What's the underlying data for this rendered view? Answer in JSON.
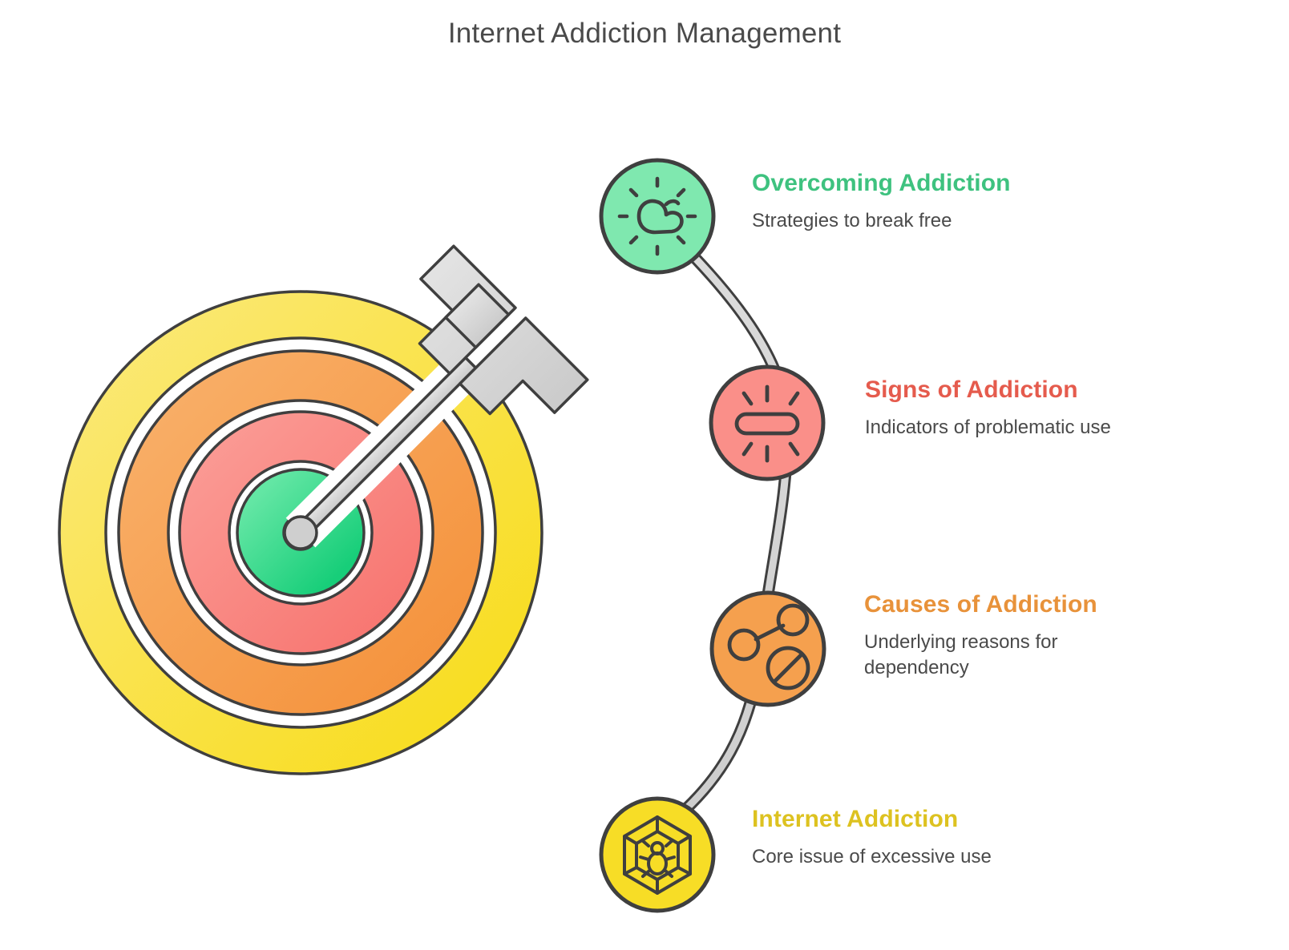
{
  "page": {
    "title": "Internet Addiction Management",
    "title_color": "#4a4a4a",
    "background": "#ffffff"
  },
  "target_graphic": {
    "name": "bullseye-target-with-arrow",
    "rings": [
      {
        "label": "outer-ring",
        "color": "#F9DF3C"
      },
      {
        "label": "second-ring",
        "color": "#F69F4D"
      },
      {
        "label": "third-ring",
        "color": "#F9827E"
      },
      {
        "label": "bullseye-center",
        "color": "#2FD787"
      }
    ],
    "gap_color": "#ffffff",
    "outline_color": "#3f3f3f",
    "arrow_color": "#d2d2d2",
    "arrow_outline": "#3f3f3f"
  },
  "connector": {
    "name": "curved-connector-ribbon",
    "fill": "#d4d4d4",
    "stroke": "#3f3f3f"
  },
  "items": [
    {
      "id": "overcoming-addiction",
      "heading": "Overcoming Addiction",
      "subtitle": "Strategies to break free",
      "heading_color": "#3EC27F",
      "circle_color": "#7FE8AF",
      "icon": "dove-freedom-icon"
    },
    {
      "id": "signs-of-addiction",
      "heading": "Signs of Addiction",
      "subtitle": "Indicators of problematic use",
      "heading_color": "#E55B4D",
      "circle_color": "#FA8F89",
      "icon": "alert-pill-icon"
    },
    {
      "id": "causes-of-addiction",
      "heading": "Causes of Addiction",
      "subtitle": "Underlying reasons for dependency",
      "heading_color": "#E8923A",
      "circle_color": "#F5A04E",
      "icon": "share-network-block-icon"
    },
    {
      "id": "internet-addiction",
      "heading": "Internet Addiction",
      "subtitle": "Core issue of excessive use",
      "heading_color": "#DDC220",
      "circle_color": "#F7DD26",
      "icon": "spider-web-icon"
    }
  ]
}
